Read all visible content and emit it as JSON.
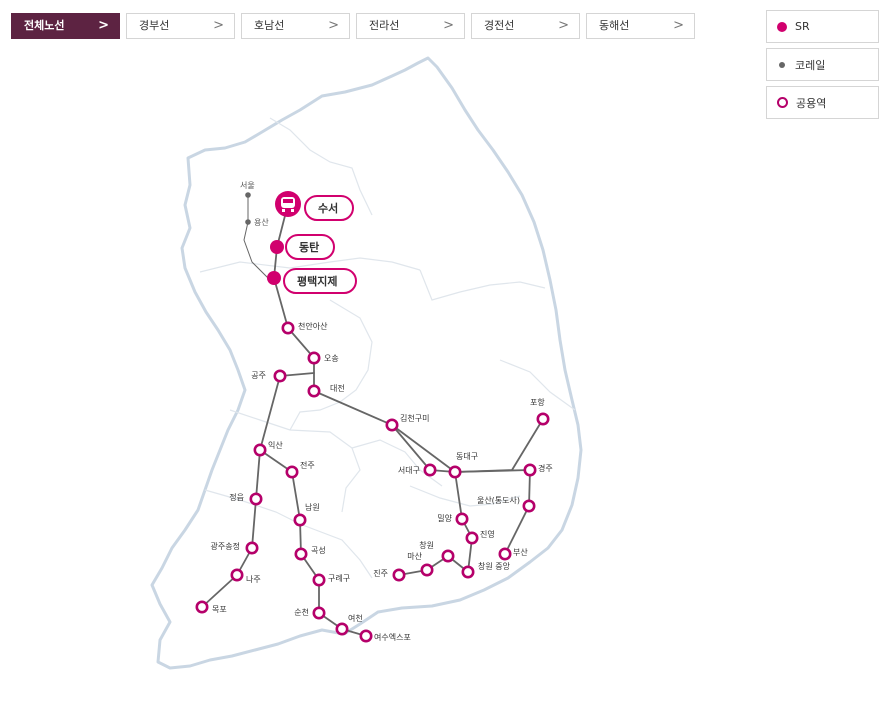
{
  "tabs": [
    {
      "label": "전체노선",
      "active": true
    },
    {
      "label": "경부선",
      "active": false
    },
    {
      "label": "호남선",
      "active": false
    },
    {
      "label": "전라선",
      "active": false
    },
    {
      "label": "경전선",
      "active": false
    },
    {
      "label": "동해선",
      "active": false
    }
  ],
  "tab_chevron": ">",
  "legend": {
    "sr": "SR",
    "korail": "코레일",
    "shared": "공용역"
  },
  "colors": {
    "sr": "#d1006e",
    "shared_ring": "#b5006a",
    "korail": "#666666",
    "active_tab": "#5d2342",
    "line": "#666666",
    "country_outline": "#c9d6e3"
  },
  "icons": {
    "origin": "train-icon"
  },
  "korail_stations": [
    "서울",
    "용산"
  ],
  "sr_stations": [
    "수서",
    "동탄",
    "평택지제"
  ],
  "shared_stations": [
    "천안아산",
    "오송",
    "공주",
    "대전",
    "김천구미",
    "익산",
    "전주",
    "서대구",
    "동대구",
    "포항",
    "경주",
    "정읍",
    "남원",
    "밀양",
    "울산(통도사)",
    "진영",
    "광주송정",
    "곡성",
    "창원",
    "마산",
    "부산",
    "나주",
    "구례구",
    "진주",
    "창원 중앙",
    "목포",
    "순천",
    "여천",
    "여수엑스포"
  ]
}
